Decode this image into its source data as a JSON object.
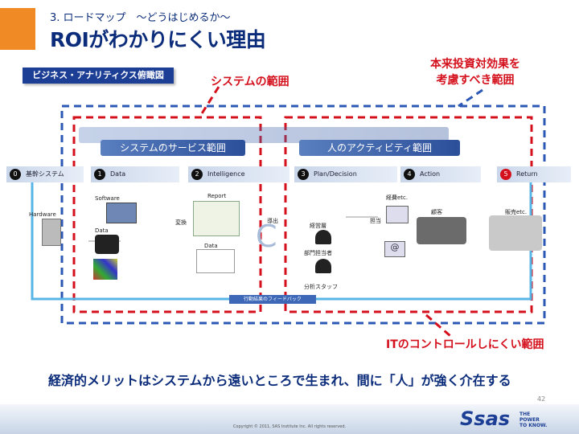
{
  "header": {
    "subtitle": "3. ロードマップ　～どうはじめるか～",
    "title": "ROIがわかりにくい理由"
  },
  "badge": "ビジネス・アナリティクス俯瞰図",
  "labels": {
    "system_scope": "システムの範囲",
    "true_roi_line1": "本来投資対効果を",
    "true_roi_line2": "考慮すべき範囲",
    "it_hard": "ITのコントロールしにくい範囲"
  },
  "bars": {
    "service": "システムのサービス範囲",
    "human": "人のアクティビティ範囲"
  },
  "steps": [
    {
      "num": "0",
      "label": "基幹システム"
    },
    {
      "num": "1",
      "label": "Data"
    },
    {
      "num": "2",
      "label": "Intelligence"
    },
    {
      "num": "3",
      "label": "Plan/Decision"
    },
    {
      "num": "4",
      "label": "Action"
    },
    {
      "num": "5",
      "label": "Return"
    }
  ],
  "diagram_labels": {
    "software": "Software",
    "hardware": "Hardware",
    "data": "Data",
    "report": "Report",
    "data2": "Data",
    "convert": "変換",
    "output": "導出",
    "executive": "経営層",
    "dept_head": "部門担当者",
    "analyst": "分析スタッフ",
    "cost": "経費etc.",
    "stakeholder": "担当",
    "customer": "顧客",
    "sales": "販売etc."
  },
  "feedback": "行動結果のフィードバック",
  "main_message": "経済的メリットはシステムから遠いところで生まれ、間に「人」が強く介在する",
  "footer": {
    "page": "42",
    "copyright": "Copyright © 2011, SAS Institute Inc. All rights reserved.",
    "logo": "Ssas",
    "tagline1": "THE",
    "tagline2": "POWER",
    "tagline3": "TO KNOW."
  }
}
